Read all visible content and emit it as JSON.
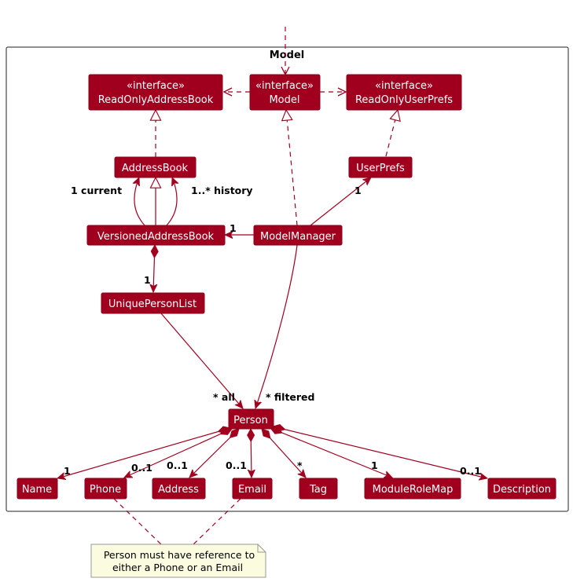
{
  "package": {
    "title": "Model"
  },
  "classes": {
    "ReadOnlyAddressBook": {
      "stereotype": "«interface»",
      "name": "ReadOnlyAddressBook"
    },
    "Model": {
      "stereotype": "«interface»",
      "name": "Model"
    },
    "ReadOnlyUserPrefs": {
      "stereotype": "«interface»",
      "name": "ReadOnlyUserPrefs"
    },
    "AddressBook": {
      "name": "AddressBook"
    },
    "UserPrefs": {
      "name": "UserPrefs"
    },
    "VersionedAddressBook": {
      "name": "VersionedAddressBook"
    },
    "ModelManager": {
      "name": "ModelManager"
    },
    "UniquePersonList": {
      "name": "UniquePersonList"
    },
    "Person": {
      "name": "Person"
    },
    "Name": {
      "name": "Name"
    },
    "Phone": {
      "name": "Phone"
    },
    "Address": {
      "name": "Address"
    },
    "Email": {
      "name": "Email"
    },
    "Tag": {
      "name": "Tag"
    },
    "ModuleRoleMap": {
      "name": "ModuleRoleMap"
    },
    "Description": {
      "name": "Description"
    }
  },
  "multiplicities": {
    "current": "1 current",
    "history": "1..* history",
    "userprefs": "1",
    "versioned": "1",
    "uniquelist": "1",
    "all": "* all",
    "filtered": "* filtered",
    "name": "1",
    "phone": "0..1",
    "address": "0..1",
    "email": "0..1",
    "tag": "*",
    "modulerolemap": "1",
    "description": "0..1"
  },
  "note": {
    "line1": "Person must have reference to",
    "line2": "either a Phone or an Email"
  },
  "colors": {
    "class_fill": "#a0001e",
    "line": "#a0001e",
    "note_fill": "#fbfbe0"
  }
}
